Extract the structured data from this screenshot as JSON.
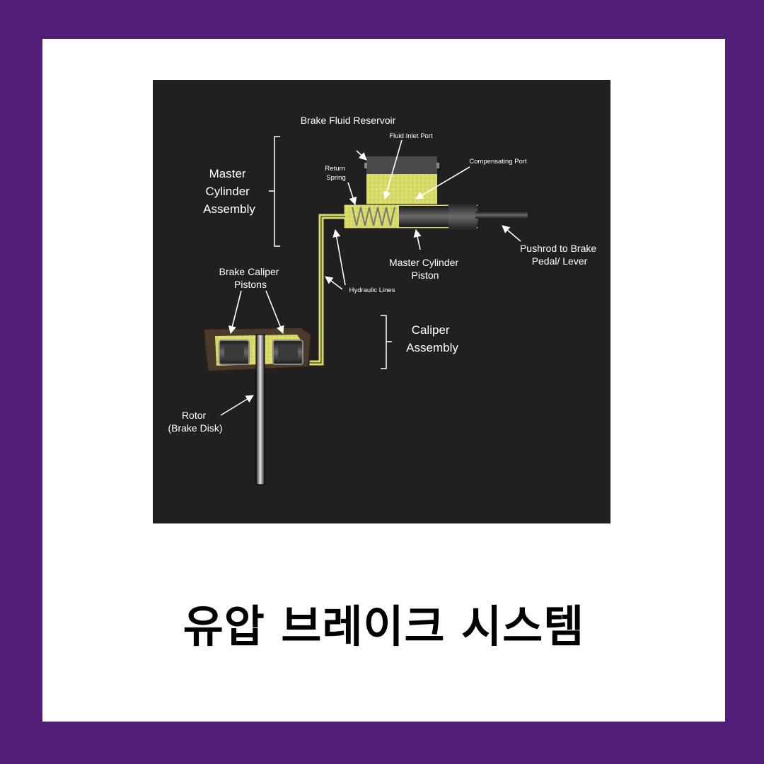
{
  "colors": {
    "frame": "#531e78",
    "card": "#ffffff",
    "diagram_bg": "#202020",
    "fluid": "#d8db6a",
    "caliper_body": "#4a3a2c"
  },
  "diagram": {
    "labels": {
      "reservoir": "Brake Fluid Reservoir",
      "inlet_port": "Fluid Inlet Port",
      "compensating_port": "Compensating Port",
      "return_spring": [
        "Return",
        "Spring"
      ],
      "master_cylinder_assembly": [
        "Master",
        "Cylinder",
        "Assembly"
      ],
      "master_cylinder_piston": [
        "Master Cylinder",
        "Piston"
      ],
      "pushrod": [
        "Pushrod to Brake",
        "Pedal/ Lever"
      ],
      "caliper_pistons": [
        "Brake Caliper",
        "Pistons"
      ],
      "hydraulic_lines": "Hydraulic Lines",
      "caliper_assembly": [
        "Caliper",
        "Assembly"
      ],
      "rotor": [
        "Rotor",
        "(Brake Disk)"
      ]
    }
  },
  "caption": "유압 브레이크 시스템"
}
